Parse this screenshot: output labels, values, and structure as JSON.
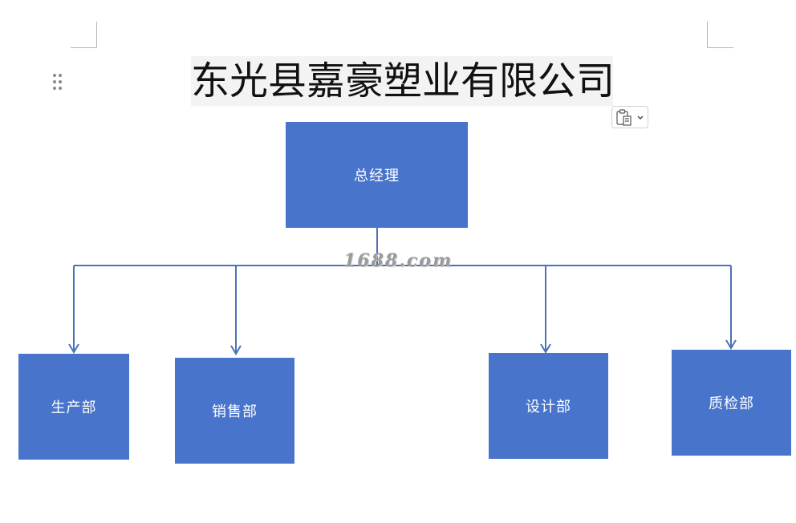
{
  "document": {
    "title": "东光县嘉豪塑业有限公司",
    "watermark": "1688.com"
  },
  "org_chart": {
    "root": {
      "label": "总经理"
    },
    "departments": [
      {
        "label": "生产部"
      },
      {
        "label": "销售部"
      },
      {
        "label": "设计部"
      },
      {
        "label": "质检部"
      }
    ]
  },
  "colors": {
    "node_fill": "#4874cb",
    "connector": "#4a72b8",
    "node_text": "#ffffff"
  },
  "icons": {
    "drag": "drag-handle-icon",
    "paste": "paste-options-icon",
    "dropdown": "chevron-down-icon"
  }
}
